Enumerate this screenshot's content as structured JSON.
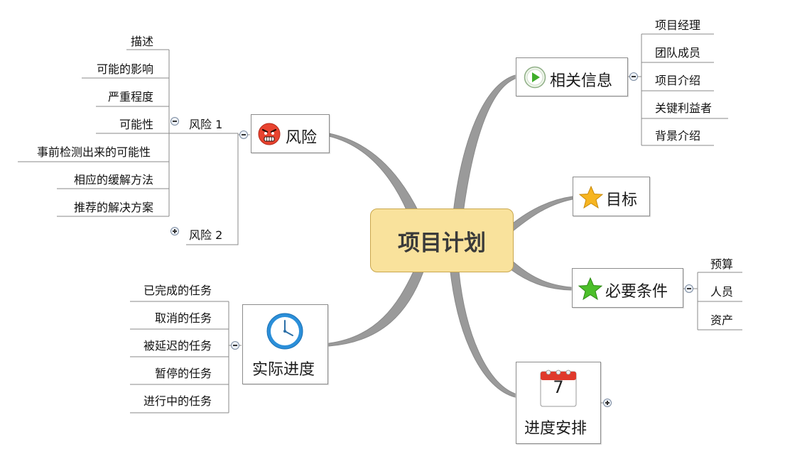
{
  "central": {
    "label": "项目计划"
  },
  "colors": {
    "central_fill": "#f9e29c",
    "branch_line": "#8a8a8a",
    "box_border": "#8c8c8c"
  },
  "topics": {
    "risk": {
      "label": "风险",
      "icon": "angry-face-icon",
      "sub": [
        {
          "label": "风险 1",
          "expanded": true,
          "items": [
            "描述",
            "可能的影响",
            "严重程度",
            "可能性",
            "事前检测出来的可能性",
            "相应的缓解方法",
            "推荐的解决方案"
          ]
        },
        {
          "label": "风险 2",
          "expanded": false
        }
      ]
    },
    "info": {
      "label": "相关信息",
      "icon": "play-icon",
      "items": [
        "项目经理",
        "团队成员",
        "项目介绍",
        "关键利益者",
        "背景介绍"
      ]
    },
    "goal": {
      "label": "目标",
      "icon": "star-gold-icon"
    },
    "requirements": {
      "label": "必要条件",
      "icon": "star-green-icon",
      "items": [
        "预算",
        "人员",
        "资产"
      ]
    },
    "progress": {
      "label": "实际进度",
      "icon": "clock-icon",
      "items": [
        "已完成的任务",
        "取消的任务",
        "被延迟的任务",
        "暂停的任务",
        "进行中的任务"
      ]
    },
    "schedule": {
      "label": "进度安排",
      "icon": "calendar-icon",
      "calendar_day": "7",
      "collapsed": true
    }
  }
}
